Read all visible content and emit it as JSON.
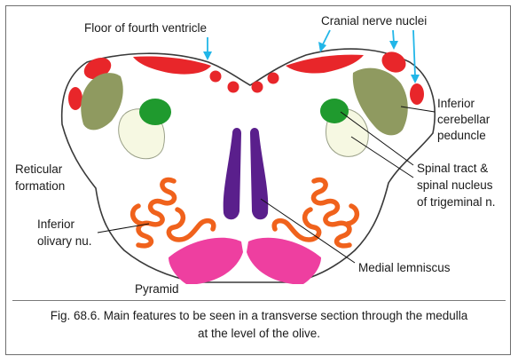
{
  "labels": {
    "floor_fourth_ventricle": "Floor of fourth ventricle",
    "cranial_nerve_nuclei": "Cranial nerve nuclei",
    "inferior_cerebellar_peduncle": [
      "Inferior",
      "cerebellar",
      "peduncle"
    ],
    "reticular_formation": [
      "Reticular",
      "formation"
    ],
    "spinal_tract_trigeminal": [
      "Spinal tract &",
      "spinal nucleus",
      "of trigeminal n."
    ],
    "inferior_olivary_nucleus": [
      "Inferior",
      "olivary nu."
    ],
    "medial_lemniscus": "Medial lemniscus",
    "pyramid": "Pyramid"
  },
  "caption": {
    "line1": "Fig. 68.6. Main features to be seen in a transverse section through the medulla",
    "line2": "at the level of the olive."
  },
  "colors": {
    "outline": "#3a3a3a",
    "cranial_nuclei_red": "#e8262a",
    "peduncle_olive": "#8f9a60",
    "spinal_trigeminal_green": "#1f9a2e",
    "spinal_tract_pale": "#f6f8e2",
    "medial_lemniscus_purple": "#5a1f8c",
    "olivary_orange": "#f0621c",
    "pyramid_pink": "#ee3fa0",
    "pointer_cyan": "#22b6e8",
    "leader_line": "#111111"
  }
}
